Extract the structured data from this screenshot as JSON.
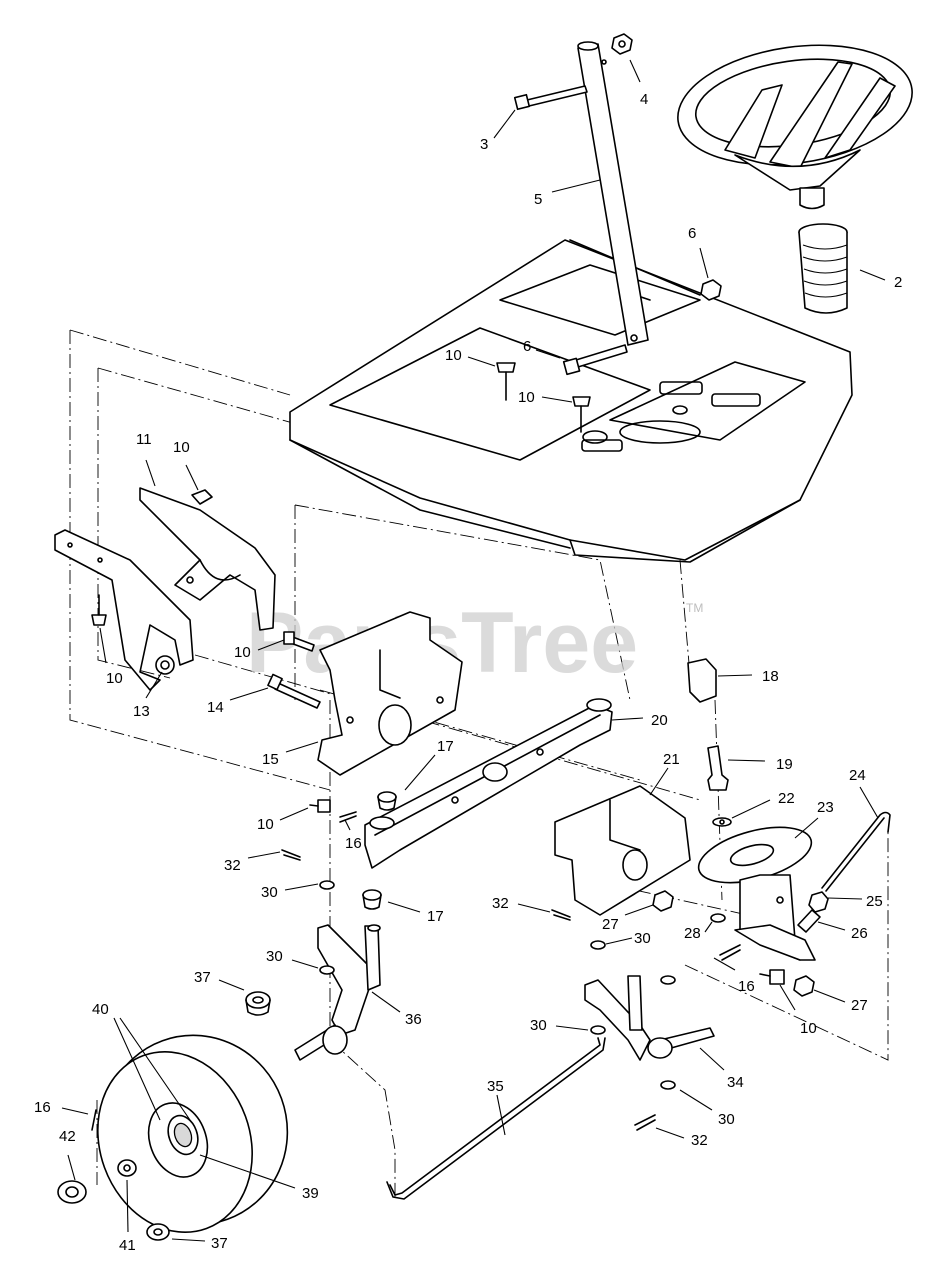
{
  "watermark": {
    "text": "PartsTree",
    "trademark": "TM"
  },
  "callouts": [
    {
      "id": "c2",
      "label": "2"
    },
    {
      "id": "c3",
      "label": "3"
    },
    {
      "id": "c4",
      "label": "4"
    },
    {
      "id": "c5",
      "label": "5"
    },
    {
      "id": "c6a",
      "label": "6"
    },
    {
      "id": "c6b",
      "label": "6"
    },
    {
      "id": "c10a",
      "label": "10"
    },
    {
      "id": "c10b",
      "label": "10"
    },
    {
      "id": "c10c",
      "label": "10"
    },
    {
      "id": "c10d",
      "label": "10"
    },
    {
      "id": "c10e",
      "label": "10"
    },
    {
      "id": "c10f",
      "label": "10"
    },
    {
      "id": "c10g",
      "label": "10"
    },
    {
      "id": "c11",
      "label": "11"
    },
    {
      "id": "c13",
      "label": "13"
    },
    {
      "id": "c14",
      "label": "14"
    },
    {
      "id": "c15",
      "label": "15"
    },
    {
      "id": "c16a",
      "label": "16"
    },
    {
      "id": "c16b",
      "label": "16"
    },
    {
      "id": "c16c",
      "label": "16"
    },
    {
      "id": "c17a",
      "label": "17"
    },
    {
      "id": "c17b",
      "label": "17"
    },
    {
      "id": "c18",
      "label": "18"
    },
    {
      "id": "c19",
      "label": "19"
    },
    {
      "id": "c20",
      "label": "20"
    },
    {
      "id": "c21",
      "label": "21"
    },
    {
      "id": "c22",
      "label": "22"
    },
    {
      "id": "c23",
      "label": "23"
    },
    {
      "id": "c24",
      "label": "24"
    },
    {
      "id": "c25",
      "label": "25"
    },
    {
      "id": "c26",
      "label": "26"
    },
    {
      "id": "c27a",
      "label": "27"
    },
    {
      "id": "c27b",
      "label": "27"
    },
    {
      "id": "c28",
      "label": "28"
    },
    {
      "id": "c30a",
      "label": "30"
    },
    {
      "id": "c30b",
      "label": "30"
    },
    {
      "id": "c30c",
      "label": "30"
    },
    {
      "id": "c30d",
      "label": "30"
    },
    {
      "id": "c30e",
      "label": "30"
    },
    {
      "id": "c32a",
      "label": "32"
    },
    {
      "id": "c32b",
      "label": "32"
    },
    {
      "id": "c32c",
      "label": "32"
    },
    {
      "id": "c34",
      "label": "34"
    },
    {
      "id": "c35",
      "label": "35"
    },
    {
      "id": "c36",
      "label": "36"
    },
    {
      "id": "c37a",
      "label": "37"
    },
    {
      "id": "c37b",
      "label": "37"
    },
    {
      "id": "c39",
      "label": "39"
    },
    {
      "id": "c40",
      "label": "40"
    },
    {
      "id": "c41",
      "label": "41"
    },
    {
      "id": "c42",
      "label": "42"
    }
  ]
}
